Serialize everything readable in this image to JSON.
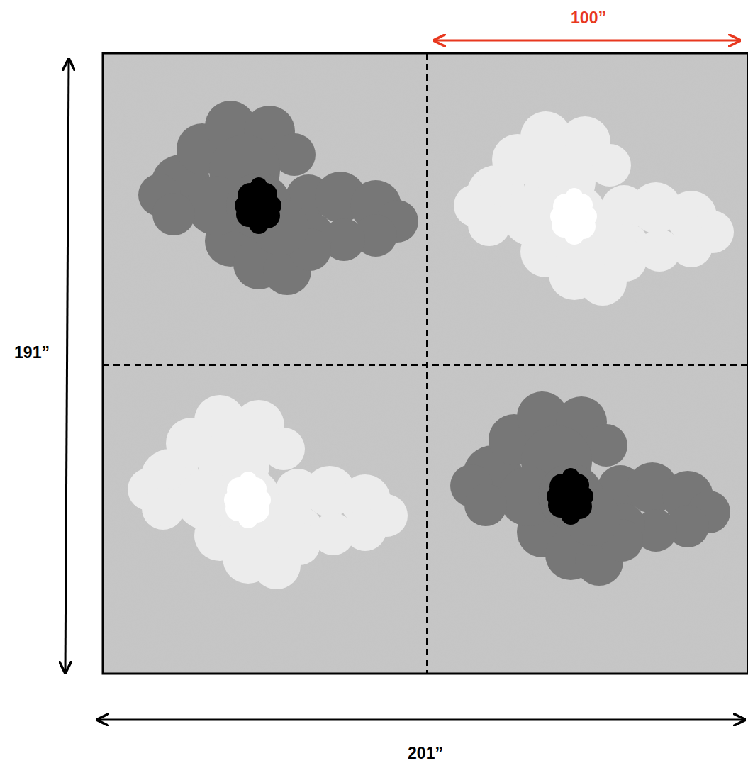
{
  "diagram": {
    "labels": [
      "100”",
      "191”",
      "201”"
    ]
  }
}
